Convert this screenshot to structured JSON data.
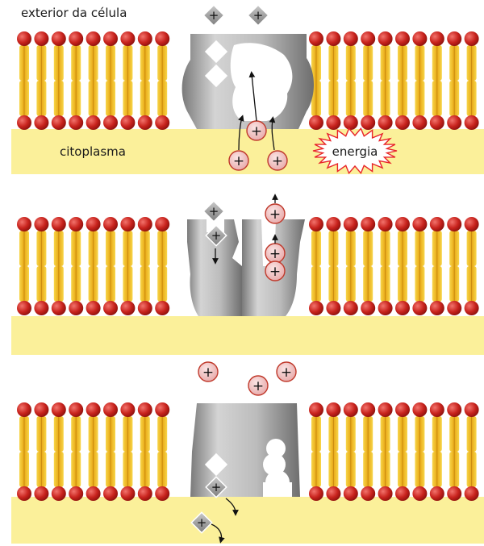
{
  "labels": {
    "outside": "exterior da célula",
    "cytoplasm": "citoplasma",
    "energy": "energia"
  },
  "ion_symbol": "+",
  "colors": {
    "phospholipid_head": "#c8231d",
    "tail": "#f0c020",
    "cytoplasm": "#fbf09a",
    "protein": "#bdbdbd",
    "circle_ion": "#f2c8c8",
    "circle_ion_border": "#c0392b",
    "square_ion": "#9a9a9a",
    "energy_burst": "#e8242a"
  },
  "stages": [
    {
      "name": "stage-1",
      "description_visible": false
    },
    {
      "name": "stage-2",
      "description_visible": false
    },
    {
      "name": "stage-3",
      "description_visible": false
    }
  ]
}
